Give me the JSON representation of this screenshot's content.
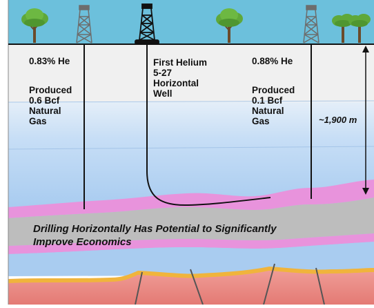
{
  "wells": {
    "left": {
      "label": "0.83% He",
      "production": [
        "Produced",
        "0.6 Bcf",
        "Natural",
        "Gas"
      ]
    },
    "center": {
      "label": [
        "First Helium",
        "5-27",
        "Horizontal",
        "Well"
      ]
    },
    "right": {
      "label": "0.88% He",
      "production": [
        "Produced",
        "0.1 Bcf",
        "Natural",
        "Gas"
      ]
    }
  },
  "depth_label": "~1,900  m",
  "caption": [
    "Drilling Horizontally Has Potential to Significantly",
    "Improve Economics"
  ],
  "icons": [
    "derrick-icon",
    "tree-icon",
    "depth-arrow-icon"
  ],
  "colors": {
    "sky": "#6cc0dc",
    "ground_top": "#f0f0f0",
    "blue_layer": "#b8d6f4",
    "pink_layer": "#e893dc",
    "gray_layer": "#bdbdbd",
    "red_layer": "#e88a86",
    "orange_layer": "#f0b43c",
    "tree_green": "#5fa83a",
    "well_line": "#111111"
  }
}
